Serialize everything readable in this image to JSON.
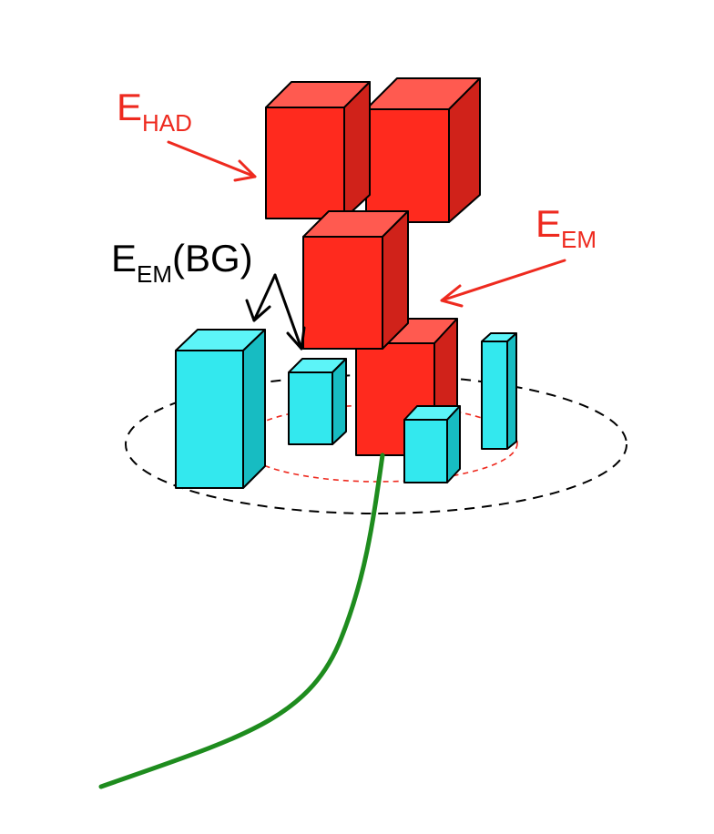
{
  "labels": {
    "had": {
      "main": "E",
      "sub": "HAD",
      "color": "#ee2a1f"
    },
    "em": {
      "main": "E",
      "sub": "EM",
      "color": "#ee2a1f"
    },
    "bg": {
      "main": "E",
      "sub": "EM",
      "suffix": "(BG)",
      "color": "#000000"
    }
  },
  "colors": {
    "red_front": "#ff2a1e",
    "red_top": "#ff5a50",
    "red_side": "#d0221a",
    "cyan_front": "#33e8ee",
    "cyan_top": "#5cf4f8",
    "cyan_side": "#17bcc2",
    "track": "#1e8c1e",
    "outer_cone": "#000000",
    "inner_cone": "#ee2a1f",
    "arrow_red": "#ee2a1f",
    "arrow_black": "#000000"
  }
}
